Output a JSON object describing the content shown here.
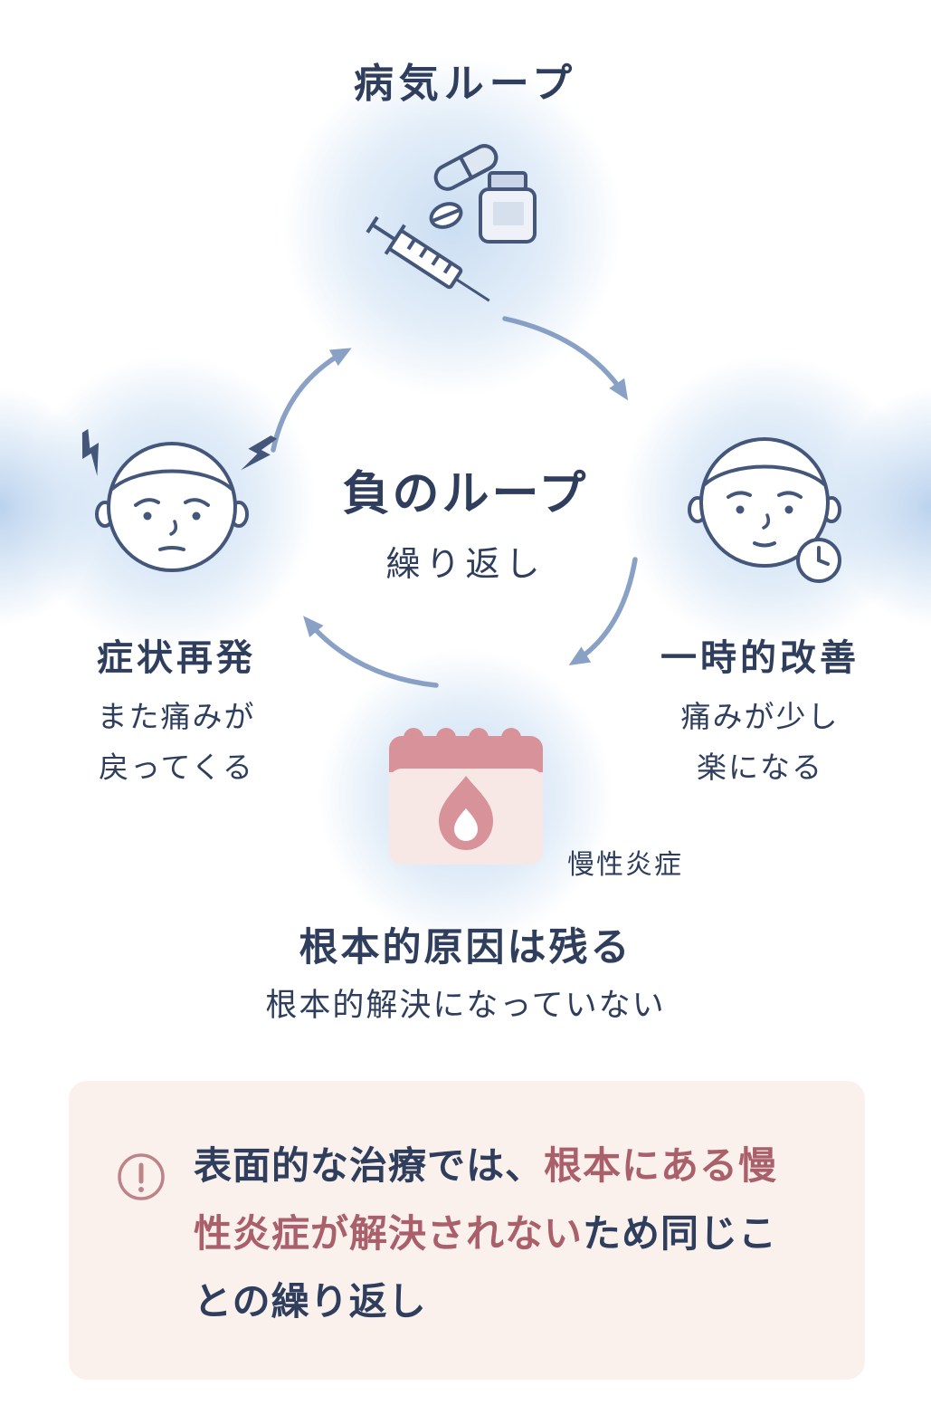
{
  "title": "病気ループ",
  "center": {
    "main": "負のループ",
    "sub": "繰り返し"
  },
  "left_node": {
    "label": "症状再発",
    "desc1": "また痛みが",
    "desc2": "戻ってくる"
  },
  "right_node": {
    "label": "一時的改善",
    "desc1": "痛みが少し",
    "desc2": "楽になる"
  },
  "bottom_node": {
    "tag": "慢性炎症",
    "label": "根本的原因は残る",
    "desc": "根本的解決になっていない"
  },
  "callout": {
    "lines": [
      [
        {
          "t": "表面的な治療では、",
          "c": "navy"
        },
        {
          "t": "根本にある慢",
          "c": "red"
        }
      ],
      [
        {
          "t": "性炎症が解決されない",
          "c": "red"
        },
        {
          "t": "ため同じこ",
          "c": "navy"
        }
      ],
      [
        {
          "t": "との繰り返し",
          "c": "navy"
        }
      ]
    ]
  },
  "icons": {
    "top": "medicine-icon (syringe, capsule, pill, medicine-bottle)",
    "right": "calm-face-icon with clock-icon",
    "left": "sad-face-icon with lightning-icons",
    "bottom": "inflammation-flame-icon",
    "callout": "exclamation-circle-icon",
    "loop": "curved-arrow-icons"
  },
  "colors": {
    "navy_text": "#2e3e5c",
    "icon_stroke": "#44567a",
    "arrow_blue": "#7e97c0",
    "glow_blue": "#cfe0f2",
    "accent_red": "#a9606b",
    "callout_bg": "#faf0ec",
    "inflammation_pink": "#d8929a",
    "inflammation_pink_light": "#f7e8e6",
    "background": "#ffffff"
  }
}
